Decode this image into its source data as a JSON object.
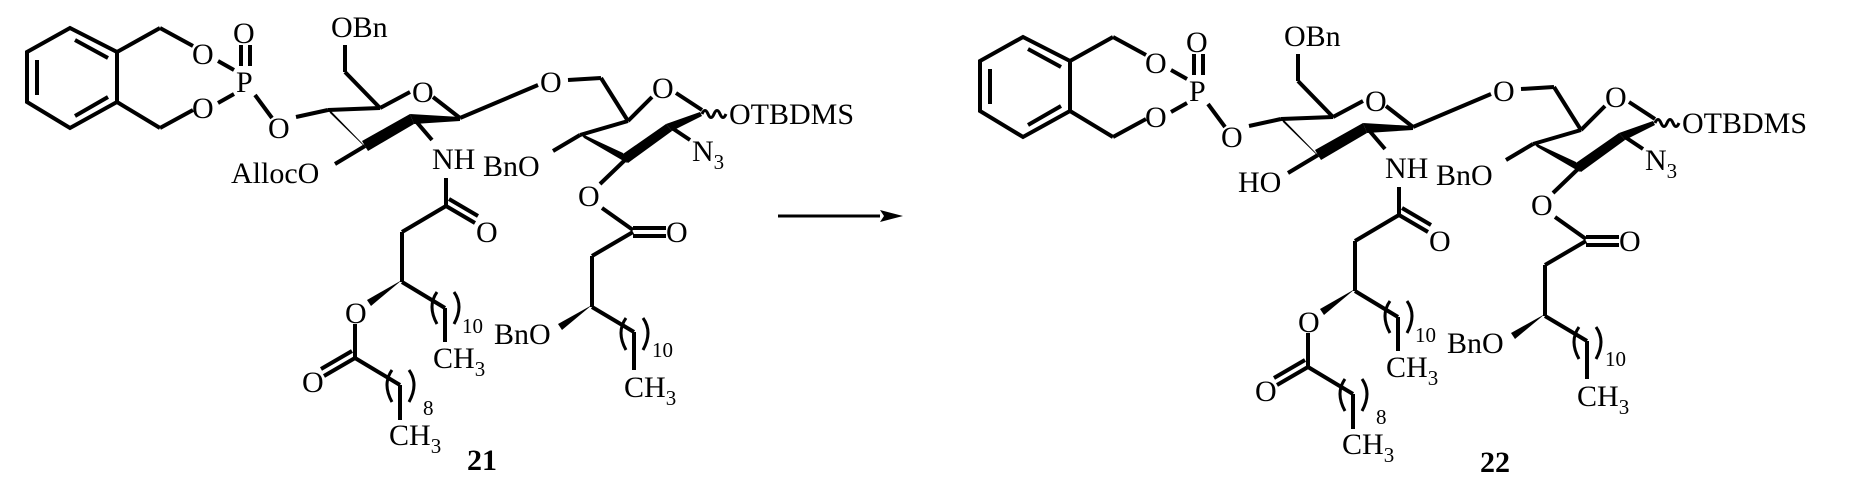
{
  "scheme": {
    "type": "reaction-scheme",
    "arrow": {
      "direction": "right",
      "reagents_above": "",
      "conditions_below": ""
    },
    "reactant": {
      "compound_number": "21",
      "labels": {
        "phosphate_O_double": "O",
        "phosphate_P": "P",
        "phosphate_O_top": "O",
        "phosphate_O_bottom": "O",
        "phosphate_O_link": "O",
        "c6_group": "OBn",
        "ring1_O": "O",
        "c3_group": "AllocO",
        "nh": "NH",
        "bn_o": "BnO",
        "glyco_O": "O",
        "ring2_O": "O",
        "anomeric": "OTBDMS",
        "azide": "N",
        "azide_sub": "3",
        "ester_O": "O",
        "amide_carbonyl_O": "O",
        "ester_carbonyl_O": "O",
        "acyloxy_O": "O",
        "acyl_carbonyl_O": "O",
        "benzyl_ether": "BnO",
        "chain1_repeat": "10",
        "chain2_repeat": "10",
        "chain3_repeat": "8",
        "methyl": "CH",
        "methyl_sub": "3"
      }
    },
    "product": {
      "compound_number": "22",
      "labels": {
        "phosphate_O_double": "O",
        "phosphate_P": "P",
        "phosphate_O_top": "O",
        "phosphate_O_bottom": "O",
        "phosphate_O_link": "O",
        "c6_group": "OBn",
        "ring1_O": "O",
        "c3_group": "HO",
        "nh": "NH",
        "bn_o": "BnO",
        "glyco_O": "O",
        "ring2_O": "O",
        "anomeric": "OTBDMS",
        "azide": "N",
        "azide_sub": "3",
        "ester_O": "O",
        "amide_carbonyl_O": "O",
        "ester_carbonyl_O": "O",
        "acyloxy_O": "O",
        "acyl_carbonyl_O": "O",
        "benzyl_ether": "BnO",
        "chain1_repeat": "10",
        "chain2_repeat": "10",
        "chain3_repeat": "8",
        "methyl": "CH",
        "methyl_sub": "3"
      }
    },
    "colors": {
      "ink": "#000000",
      "background": "#ffffff"
    }
  }
}
